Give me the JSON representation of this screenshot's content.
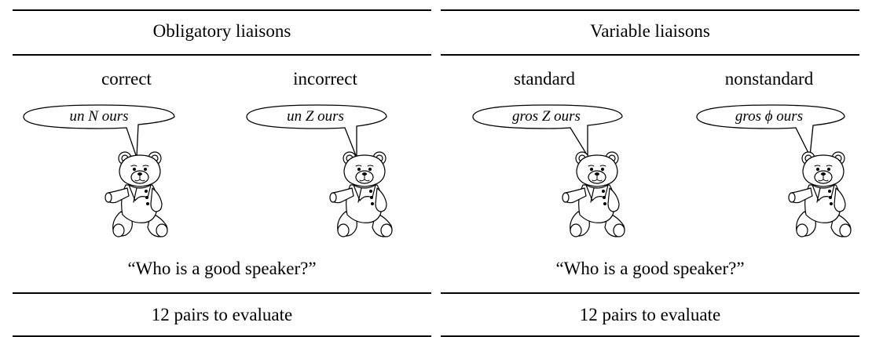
{
  "panels": [
    {
      "title": "Obligatory liaisons",
      "columns": [
        {
          "label": "correct",
          "speech": "un N ours"
        },
        {
          "label": "incorrect",
          "speech": "un Z ours"
        }
      ],
      "question": "“Who is a good speaker?”",
      "footer": "12 pairs to evaluate"
    },
    {
      "title": "Variable liaisons",
      "columns": [
        {
          "label": "standard",
          "speech": "gros Z ours"
        },
        {
          "label": "nonstandard",
          "speech": "gros ϕ ours"
        }
      ],
      "question": "“Who is a good speaker?”",
      "footer": "12 pairs to evaluate"
    }
  ],
  "icons": {
    "character": "teddy-bear-icon",
    "bubble": "speech-bubble-icon"
  },
  "colors": {
    "ink": "#000000",
    "background": "#ffffff"
  }
}
